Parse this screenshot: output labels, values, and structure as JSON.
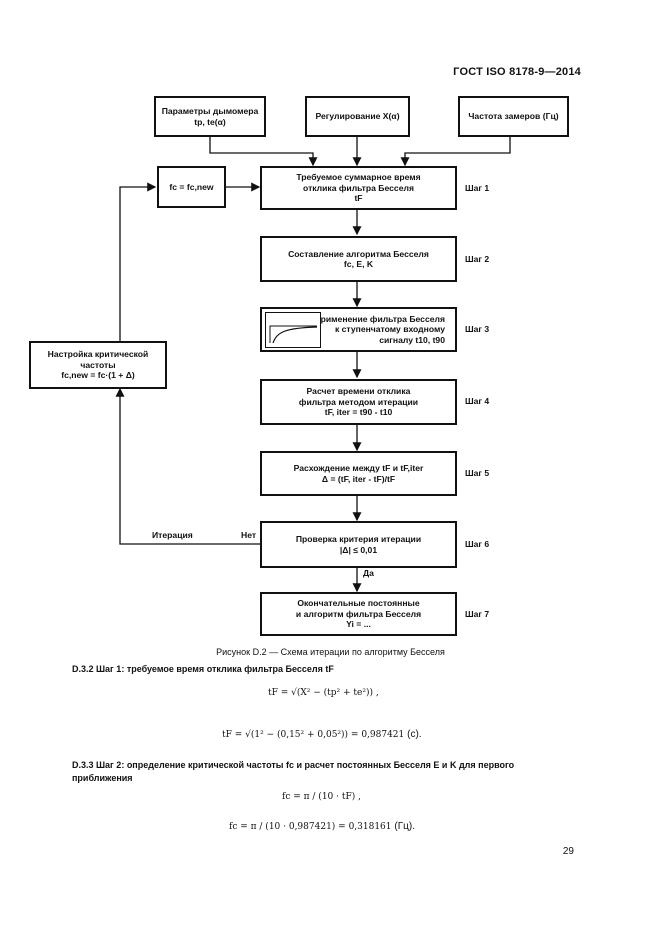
{
  "header": {
    "standard": "ГОСТ ISO 8178-9—2014"
  },
  "flowchart": {
    "inputs": {
      "smoke_meter": {
        "line1": "Параметры дымомера",
        "line2": "tp, te(α)"
      },
      "regulation": {
        "text": "Регулирование X(α)"
      },
      "measure_freq": {
        "text": "Частота замеров (Гц)"
      }
    },
    "fc_update": {
      "text": "fc = fc,new"
    },
    "critical_freq": {
      "line1": "Настройка критической",
      "line2": "частоты",
      "line3": "fc,new = fc·(1 + Δ)"
    },
    "boxes": [
      {
        "line1": "Требуемое суммарное время",
        "line2": "отклика фильтра Бесселя",
        "line3": "tF"
      },
      {
        "line1": "Составление алгоритма Бесселя",
        "line2": "fc, E, K",
        "line3": ""
      },
      {
        "line1": "Применение фильтра Бесселя",
        "line2": "к ступенчатому входному",
        "line3": "сигналу t10, t90"
      },
      {
        "line1": "Расчет времени отклика",
        "line2": "фильтра методом итерации",
        "line3": "tF, iter = t90 - t10"
      },
      {
        "line1": "Расхождение между tF и tF,iter",
        "line2": "Δ = (tF, iter - tF)/tF",
        "line3": ""
      },
      {
        "line1": "Проверка критерия итерации",
        "line2": "|Δ| ≤ 0,01",
        "line3": ""
      },
      {
        "line1": "Окончательные постоянные",
        "line2": "и алгоритм фильтра Бесселя",
        "line3": "Yi = ..."
      }
    ],
    "steps": [
      "Шаг 1",
      "Шаг 2",
      "Шаг 3",
      "Шаг 4",
      "Шаг 5",
      "Шаг 6",
      "Шаг 7"
    ],
    "labels": {
      "iteration": "Итерация",
      "no": "Нет",
      "yes": "Да"
    }
  },
  "figure_caption": "Рисунок D.2 — Схема итерации по алгоритму Бесселя",
  "sections": [
    {
      "heading": "D.3.2 Шаг 1: требуемое время отклика фильтра Бесселя tF",
      "formula_general": "tF = √(X² − (tp² + te²)) ,",
      "formula_numeric": "tF = √(1² − (0,15² + 0,05²)) = 0,987421",
      "formula_unit": "(с)."
    },
    {
      "heading": "D.3.3 Шаг 2: определение критической частоты fc и расчет постоянных Бесселя E и K для первого приближения",
      "formula_general": "fc = π / (10 · tF) ,",
      "formula_numeric": "fc = π / (10 · 0,987421) = 0,318161",
      "formula_unit": "(Гц)."
    }
  ],
  "page_number": "29"
}
